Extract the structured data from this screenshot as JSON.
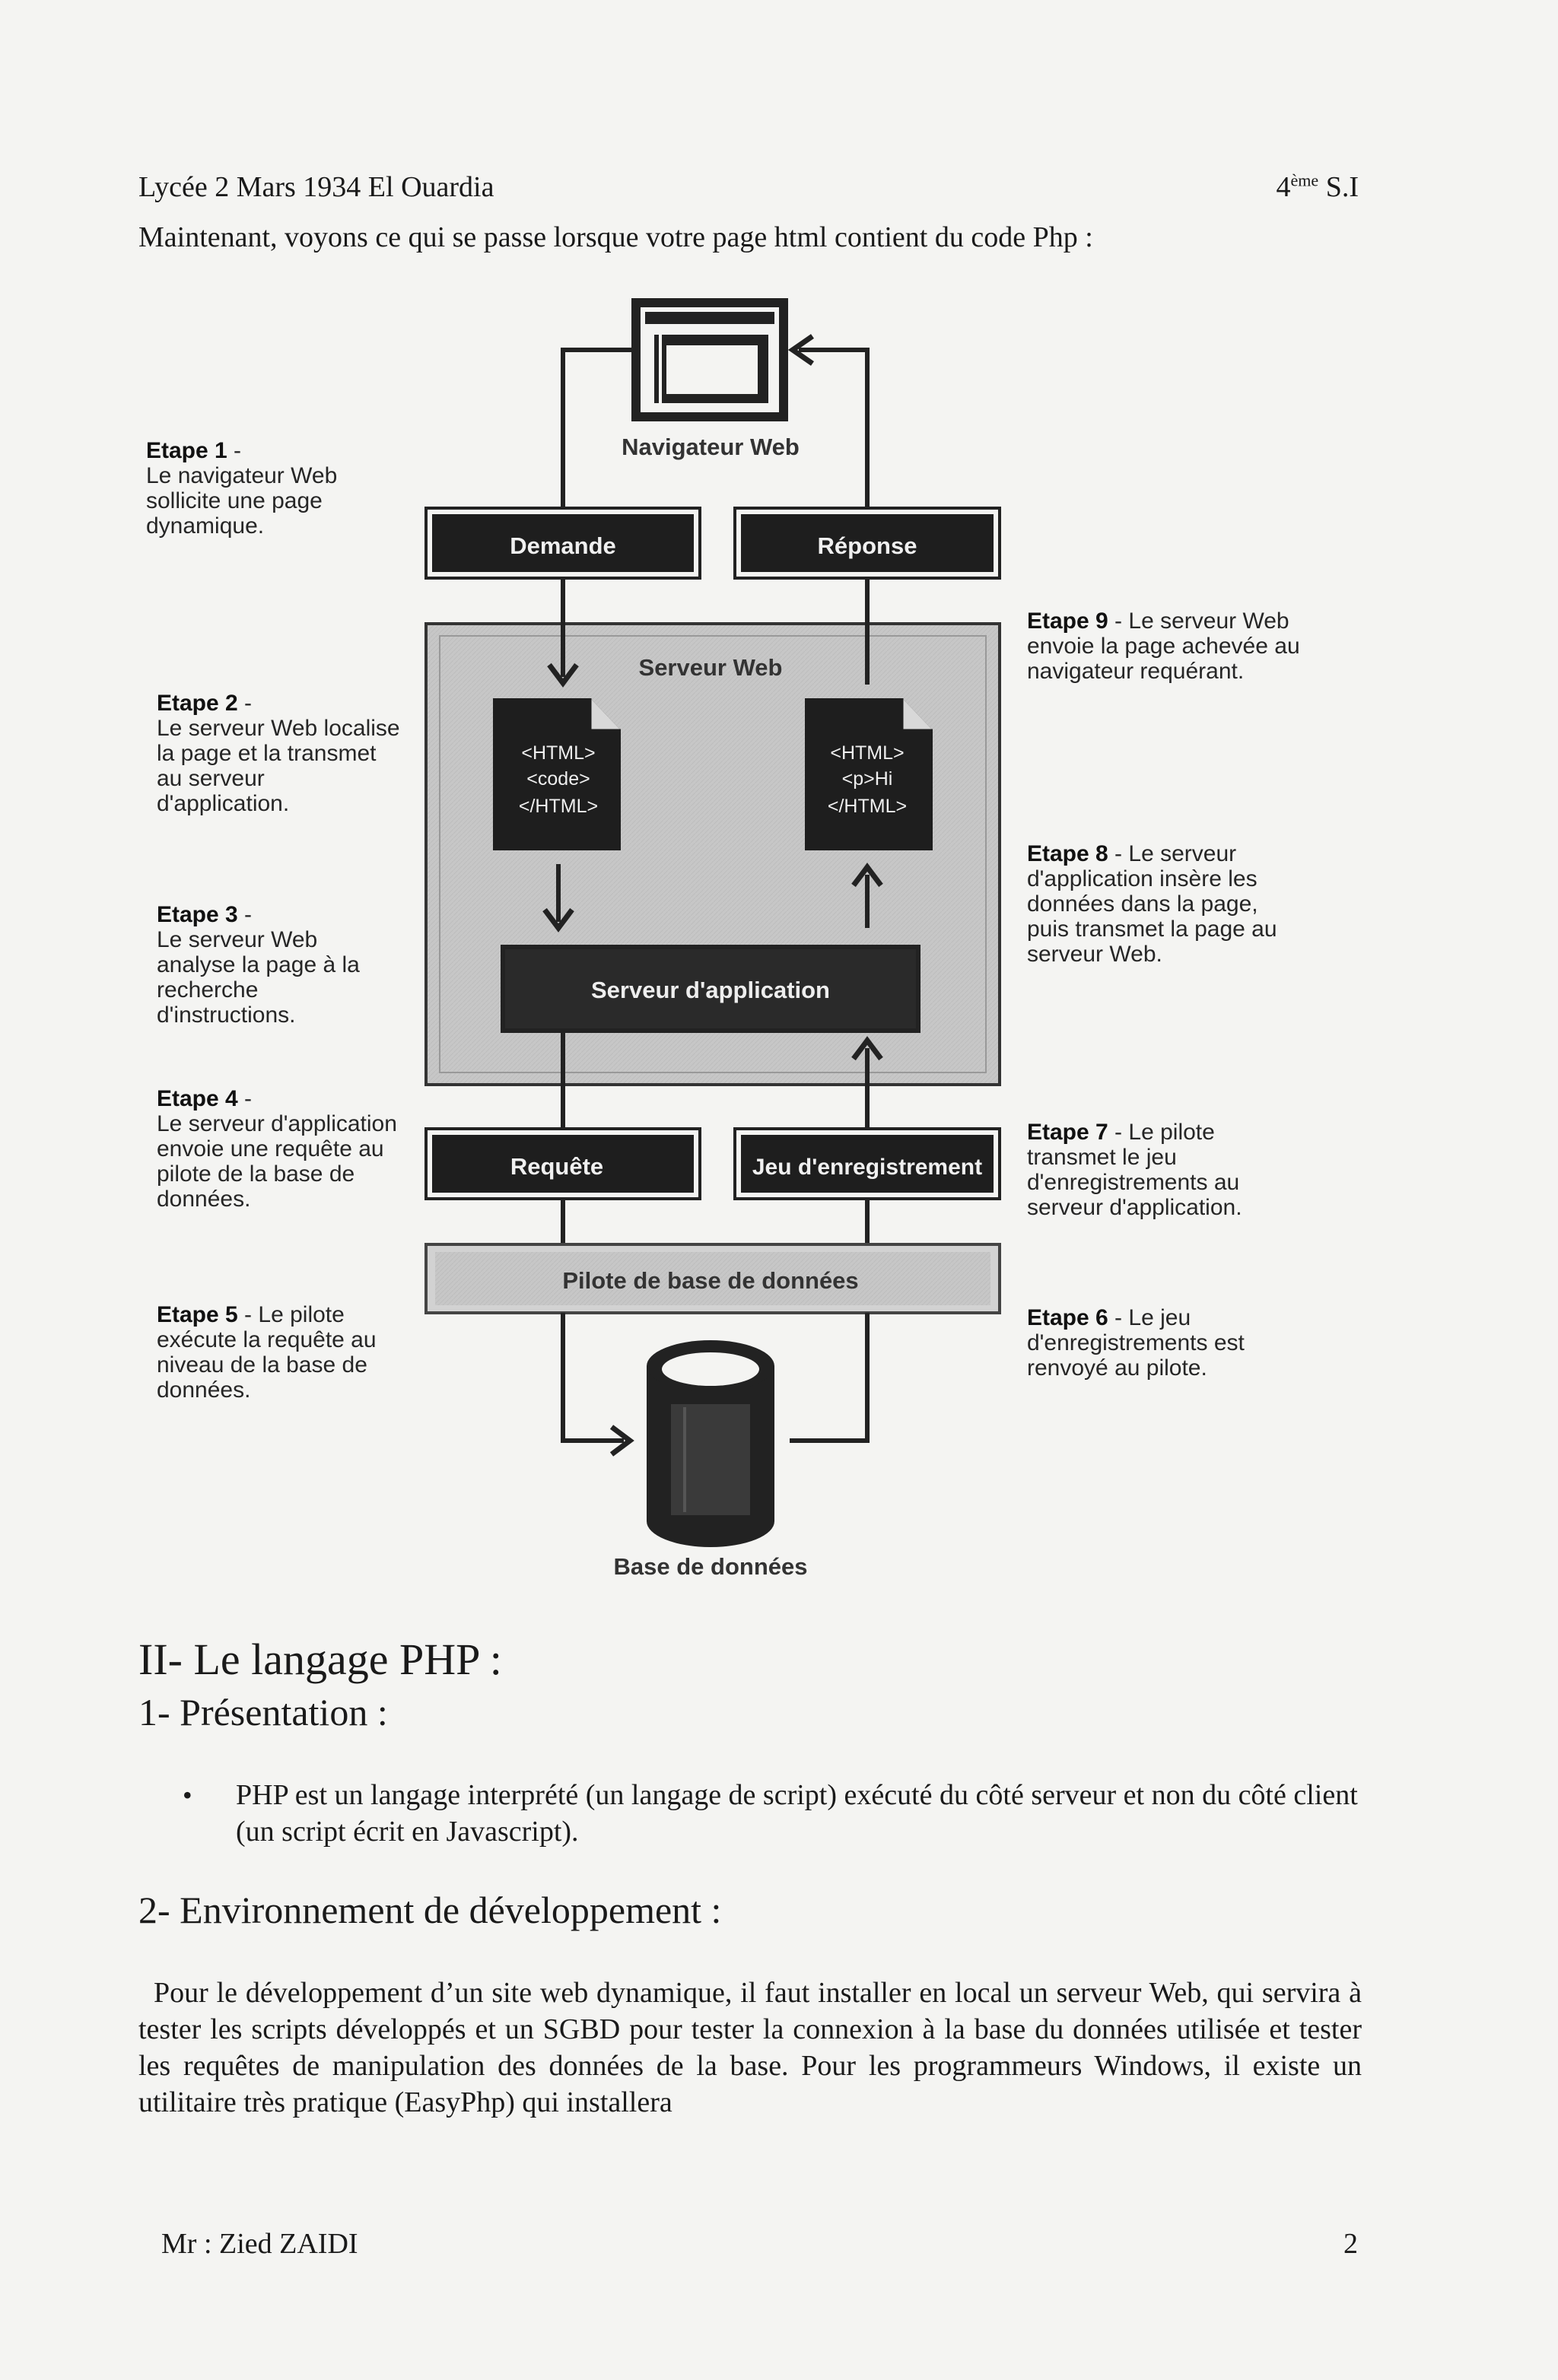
{
  "header": {
    "school": "Lycée 2 Mars 1934 El Ouardia",
    "level_number": "4",
    "level_sup": "ème",
    "level_suffix": "S.I"
  },
  "intro": "Maintenant, voyons ce qui se passe lorsque votre page html contient du code Php :",
  "diagram": {
    "browser_label": "Navigateur Web",
    "request_label": "Demande",
    "response_label": "Réponse",
    "web_server_label": "Serveur Web",
    "doc_left": [
      "<HTML>",
      "<code>",
      "</HTML>"
    ],
    "doc_right": [
      "<HTML>",
      "<p>Hi",
      "</HTML>"
    ],
    "app_server_label": "Serveur d'application",
    "query_label": "Requête",
    "recordset_label": "Jeu d'enregistrement",
    "driver_label": "Pilote de base de données",
    "database_label": "Base de données",
    "steps": [
      {
        "title": "Etape 1",
        "text": "Le navigateur Web sollicite une page dynamique."
      },
      {
        "title": "Etape 2",
        "text": "Le serveur Web localise la page et la transmet au serveur d'application."
      },
      {
        "title": "Etape 3",
        "text": "Le serveur Web analyse la page à la recherche d'instructions."
      },
      {
        "title": "Etape 4",
        "text": "Le serveur d'application envoie une requête au pilote de la base de données."
      },
      {
        "title": "Etape 5",
        "text": "Le pilote exécute la requête au niveau de la base de données."
      },
      {
        "title": "Etape 6",
        "text": "Le jeu d'enregistrements est renvoyé au pilote."
      },
      {
        "title": "Etape 7",
        "text": "Le pilote transmet le jeu d'enregistrements au serveur d'application."
      },
      {
        "title": "Etape 8",
        "text": "Le serveur d'application insère les données dans la page, puis transmet la page au serveur Web."
      },
      {
        "title": "Etape 9",
        "text": "Le serveur Web envoie la page achevée au navigateur requérant."
      }
    ]
  },
  "section": {
    "title": "II- Le langage PHP :",
    "sub1": "1- Présentation :",
    "bullet": "PHP est un langage interprété (un langage de script) exécuté du côté serveur et non du côté client (un script écrit en Javascript).",
    "sub2": "2- Environnement de développement :",
    "paragraph": "Pour le développement d’un site web dynamique, il faut installer en local un serveur Web, qui servira à tester les scripts développés et un SGBD pour tester la connexion à la base du données utilisée et tester les requêtes de manipulation des données de la base. Pour les programmeurs Windows, il existe un utilitaire très pratique (EasyPhp) qui installera"
  },
  "footer": {
    "author": "Mr : Zied ZAIDI",
    "page": "2"
  },
  "colors": {
    "paper": "#f4f4f2",
    "dark_box": "#1e1e1e",
    "server_fill": "#c9c9c9",
    "driver_fill": "#d2d2d2"
  }
}
